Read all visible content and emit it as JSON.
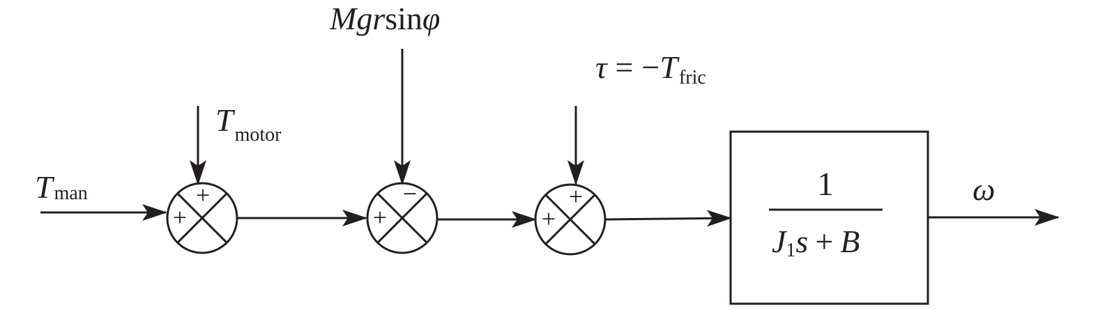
{
  "inputs": {
    "t_man": {
      "main": "T",
      "sub": "man"
    },
    "t_motor": {
      "main": "T",
      "sub": "motor"
    },
    "gravity": {
      "italic_part": "Mgr",
      "plain_part": "sin",
      "angle": "φ"
    },
    "friction": {
      "tau": "τ",
      "equals": "=",
      "minus": "−",
      "main": "T",
      "sub": "fric"
    }
  },
  "junction_1": {
    "left_sign": "+",
    "top_sign": "+"
  },
  "junction_2": {
    "left_sign": "+",
    "top_sign": "−"
  },
  "junction_3": {
    "left_sign": "+",
    "top_sign": "+"
  },
  "transfer_block": {
    "numerator": "1",
    "denominator": {
      "j": "J",
      "j_sub": "1",
      "s": "s",
      "plus": "+",
      "b": "B"
    }
  },
  "output": {
    "label": "ω"
  },
  "colors": {
    "stroke": "#231f20",
    "background": "#ffffff"
  }
}
